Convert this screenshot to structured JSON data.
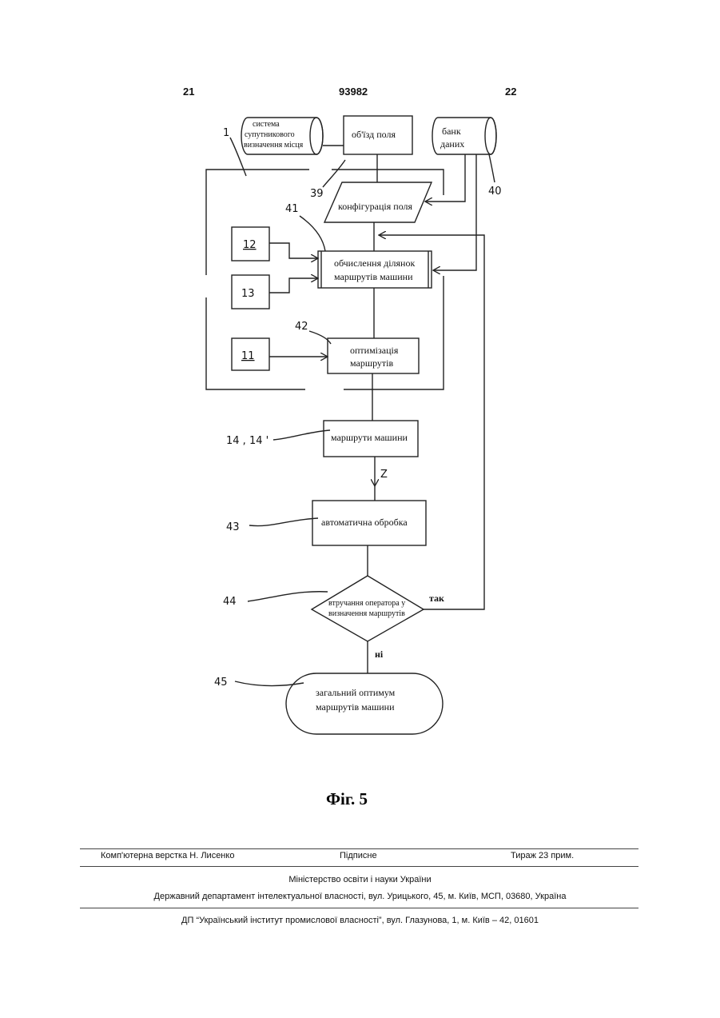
{
  "header": {
    "left_page": "21",
    "patent_number": "93982",
    "right_page": "22"
  },
  "diagram": {
    "satellite_system": [
      "система",
      "супутникового",
      "визначення місця"
    ],
    "field_survey": "об'їзд поля",
    "data_bank": [
      "банк",
      "даних"
    ],
    "field_configuration": "конфігурація поля",
    "compute_sections": [
      "обчислення ділянок",
      "маршрутів машини"
    ],
    "route_optimization": [
      "оптимізація",
      "маршрутів"
    ],
    "machine_routes": "маршрути машини",
    "auto_processing": "автоматична обробка",
    "operator_decision": [
      "втручання оператора у",
      "визначення маршрутів"
    ],
    "yes_label": "так",
    "no_label": "ні",
    "global_optimum": [
      "загальний оптимум",
      "маршрутів машини"
    ],
    "arrow_label": "Z",
    "box_12": "12",
    "box_13": "13",
    "box_11": "11",
    "ref_1": "1",
    "ref_39": "39",
    "ref_40": "40",
    "ref_41": "41",
    "ref_42": "42",
    "ref_14": "14 , 14 '",
    "ref_43": "43",
    "ref_44": "44",
    "ref_45": "45",
    "figure_caption": "Фіг. 5"
  },
  "footer": {
    "layout": "Комп'ютерна верстка Н. Лисенко",
    "signed": "Підписне",
    "circulation": "Тираж 23 прим.",
    "ministry": "Міністерство освіти і науки України",
    "department": "Державний департамент інтелектуальної власності, вул. Урицького, 45, м. Київ, МСП, 03680, Україна",
    "institute": "ДП “Український інститут промислової власності”, вул. Глазунова, 1, м. Київ – 42, 01601"
  }
}
